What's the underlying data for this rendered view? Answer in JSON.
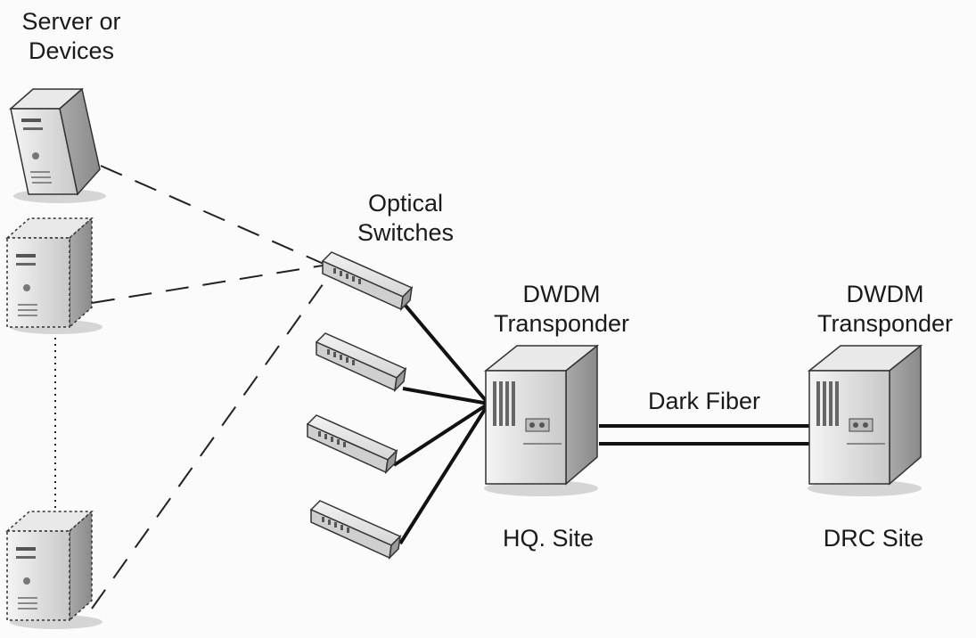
{
  "labels": {
    "servers": [
      "Server or",
      "Devices"
    ],
    "switches": [
      "Optical",
      "Switches"
    ],
    "hq_transponder": [
      "DWDM",
      "Transponder"
    ],
    "drc_transponder": [
      "DWDM",
      "Transponder"
    ],
    "link": "Dark Fiber",
    "hq_site": "HQ. Site",
    "drc_site": "DRC Site"
  },
  "nodes": {
    "servers": [
      {
        "name": "server-1",
        "style": "solid"
      },
      {
        "name": "server-2",
        "style": "dotted"
      },
      {
        "name": "server-3",
        "style": "dotted"
      }
    ],
    "optical_switch_count": 4,
    "transponders": [
      "hq",
      "drc"
    ]
  },
  "edges": [
    {
      "from": "server-1",
      "to": "optical-switch-1",
      "style": "dashed"
    },
    {
      "from": "server-2",
      "to": "optical-switch-1",
      "style": "dashed"
    },
    {
      "from": "server-3",
      "to": "optical-switch-1",
      "style": "dashed"
    },
    {
      "from": "server-2",
      "to": "server-3",
      "style": "dotted"
    },
    {
      "from": "optical-switch-1",
      "to": "hq-transponder",
      "style": "solid"
    },
    {
      "from": "optical-switch-2",
      "to": "hq-transponder",
      "style": "solid"
    },
    {
      "from": "optical-switch-3",
      "to": "hq-transponder",
      "style": "solid"
    },
    {
      "from": "optical-switch-4",
      "to": "hq-transponder",
      "style": "solid"
    },
    {
      "from": "hq-transponder",
      "to": "drc-transponder",
      "style": "double"
    }
  ]
}
